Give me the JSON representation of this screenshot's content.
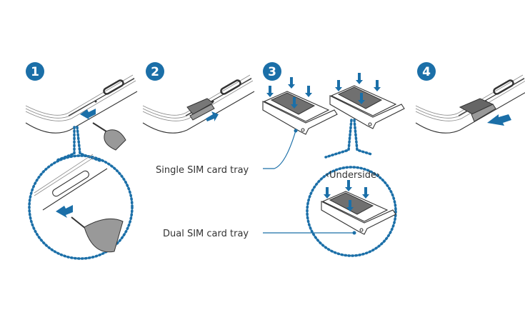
{
  "steps": [
    "1",
    "2",
    "3",
    "4"
  ],
  "labels": {
    "single_tray": "Single SIM card tray",
    "dual_tray": "Dual SIM card tray",
    "underside": "‹Underside›"
  },
  "colors": {
    "accent": "#1b6fa8",
    "line": "#333333",
    "sim": "#707070"
  }
}
